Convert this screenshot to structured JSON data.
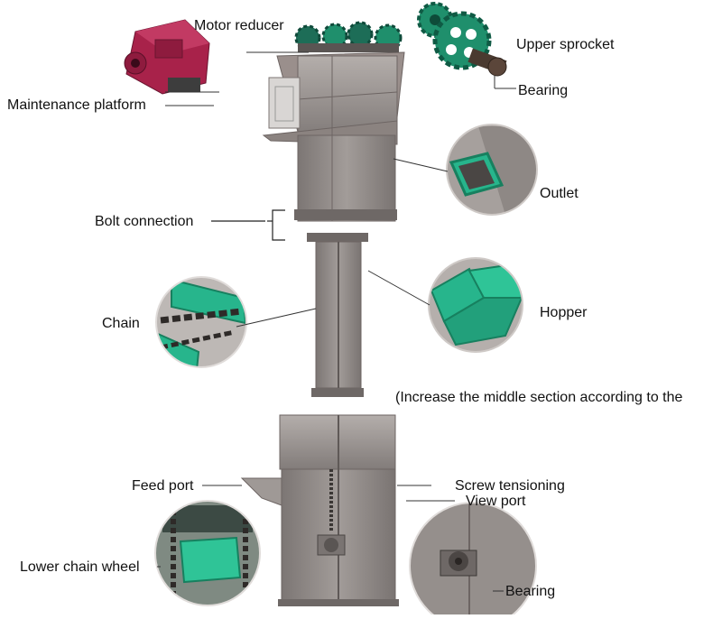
{
  "labels": {
    "motor_reducer": "Motor reducer",
    "maintenance_platform": "Maintenance platform",
    "upper_sprocket": "Upper sprocket",
    "bearing_top": "Bearing",
    "outlet": "Outlet",
    "bolt_connection": "Bolt connection",
    "chain": "Chain",
    "hopper": "Hopper",
    "middle_note": "(Increase the middle section according to the",
    "feed_port": "Feed port",
    "screw_tensioning": "Screw tensioning",
    "view_port": "View port",
    "lower_chain_wheel": "Lower chain wheel",
    "bearing_bottom": "Bearing"
  },
  "colors": {
    "steel": "#8f8a88",
    "steel_dark": "#6f6a68",
    "steel_light": "#b9b3b0",
    "motor_red": "#a8224a",
    "sprocket_green": "#1f8f6c",
    "hopper_green": "#27b58c",
    "leader_line": "#333333"
  }
}
